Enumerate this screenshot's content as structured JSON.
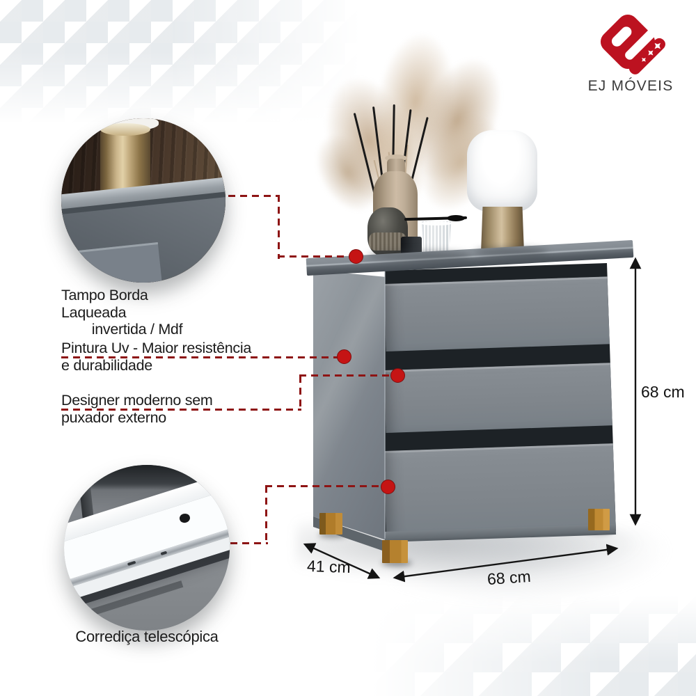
{
  "brand": {
    "name": "EJ MÓVEIS"
  },
  "callouts": {
    "tampo": {
      "line1": "Tampo Borda Laqueada",
      "line2": "invertida / Mdf"
    },
    "pintura": {
      "line1": "Pintura Uv - Maior resistência",
      "line2": "e durabilidade"
    },
    "designer": {
      "line1": "Designer moderno sem",
      "line2": "puxador externo"
    },
    "corredica": {
      "label": "Corrediça telescópica"
    }
  },
  "dimensions": {
    "height_label": "68 cm",
    "width_label": "68 cm",
    "depth_label": "41 cm"
  },
  "colors": {
    "accent_red": "#bc1220",
    "dash_red": "#8e1414",
    "dot_red": "#c51414",
    "furniture_gray": "#80868c",
    "leg_wood": "#b5812e"
  }
}
